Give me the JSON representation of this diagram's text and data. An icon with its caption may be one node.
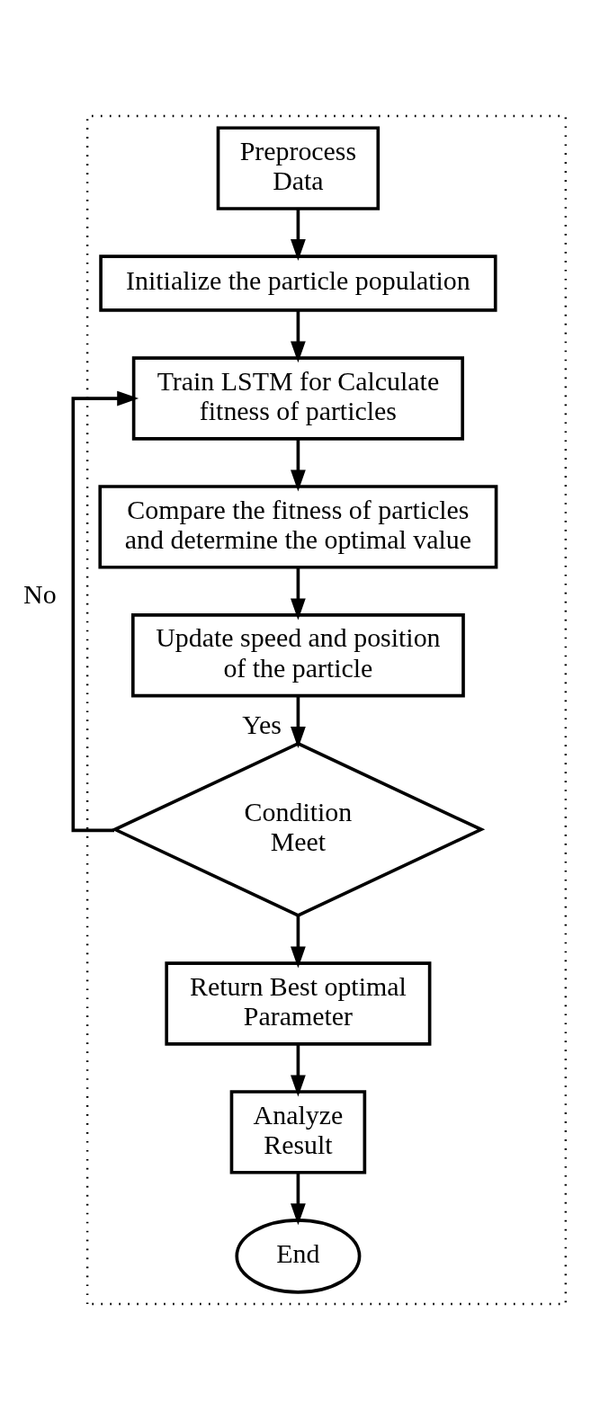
{
  "diagram": {
    "nodes": [
      {
        "text": [],
        "shape": "box"
      },
      {
        "text": [
          "Preprocess Data"
        ],
        "in": 0
      },
      {
        "text": [
          "Initialize the particle population"
        ],
        "in": 0
      },
      {
        "text": [
          "Train LSTM for Calculate fitness of particles"
        ],
        "in": 0
      },
      {
        "text": [
          "Compare the fitness of particles and determine the optimal value"
        ],
        "in": 0
      },
      {
        "text": [
          "Update speed and position of the particle"
        ],
        "in": 0
      },
      {
        "text": [
          "Condition Meet"
        ],
        "in": 0
      },
      {
        "text": [
          "Return Best optimal Parameter"
        ],
        "in": 0
      },
      {
        "text": [
          "Analyze Result"
        ],
        "in": 0
      },
      {
        "text": [
          "End"
        ],
        "in": 0
      }
    ],
    "edges": [
      {
        "from": 1,
        "to": 2,
        "arrow": "to"
      },
      {
        "from": 2,
        "to": 3,
        "arrow": "to"
      },
      {
        "from": 3,
        "to": 4,
        "arrow": "to"
      },
      {
        "from": 4,
        "to": 5,
        "arrow": "to"
      },
      {
        "from": 5,
        "to": 6,
        "arrow": "to",
        "label": "Yes"
      },
      {
        "from": 6,
        "to": 3,
        "arrow": "to",
        "label": "No"
      },
      {
        "from": 6,
        "to": 7,
        "arrow": "to"
      },
      {
        "from": 7,
        "to": 8,
        "arrow": "to"
      },
      {
        "from": 8,
        "to": 9,
        "arrow": "to"
      }
    ]
  }
}
